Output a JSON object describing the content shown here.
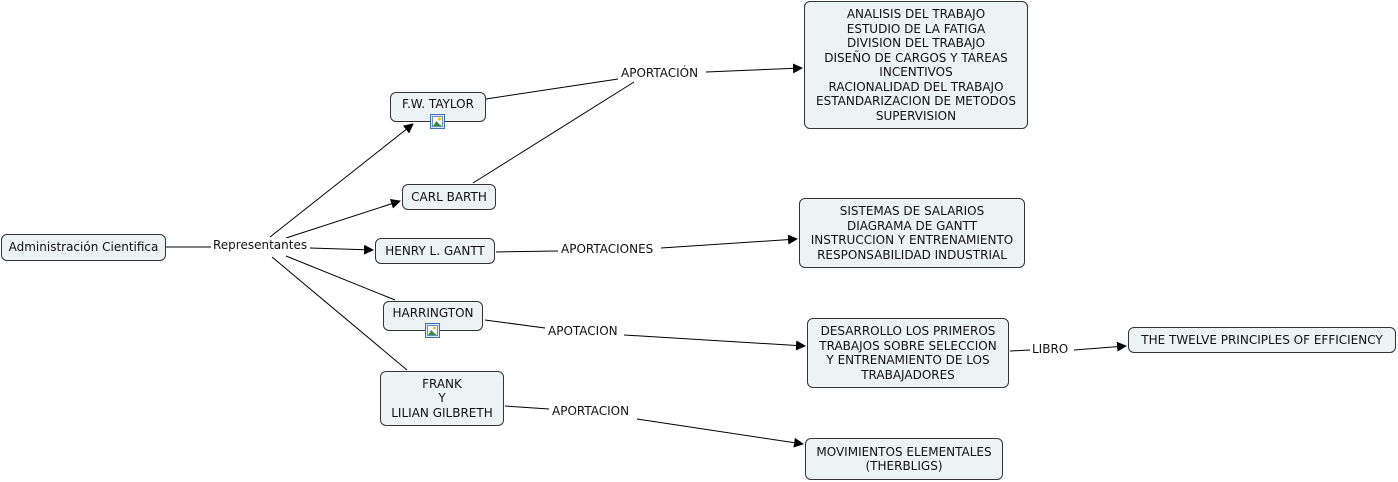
{
  "colors": {
    "node_fill": "#edf3f5",
    "node_border": "#333333",
    "link": "#000000"
  },
  "nodes": {
    "root": {
      "lines": [
        "Administración Cientifica"
      ]
    },
    "taylor": {
      "lines": [
        "F.W. TAYLOR"
      ],
      "icon": "image-icon"
    },
    "barth": {
      "lines": [
        "CARL BARTH"
      ]
    },
    "gantt": {
      "lines": [
        "HENRY L. GANTT"
      ]
    },
    "harrington": {
      "lines": [
        "HARRINGTON"
      ],
      "icon": "image-icon"
    },
    "gilbreth": {
      "lines": [
        "FRANK",
        "Y",
        "LILIAN GILBRETH"
      ]
    },
    "taylor_contrib": {
      "lines": [
        "ANALISIS DEL TRABAJO",
        "ESTUDIO DE LA FATIGA",
        "DIVISION DEL TRABAJO",
        "DISEÑO DE CARGOS Y TAREAS",
        "INCENTIVOS",
        "RACIONALIDAD DEL TRABAJO",
        "ESTANDARIZACION DE METODOS",
        "SUPERVISION"
      ]
    },
    "gantt_contrib": {
      "lines": [
        "SISTEMAS DE SALARIOS",
        "DIAGRAMA DE GANTT",
        "INSTRUCCION Y ENTRENAMIENTO",
        "RESPONSABILIDAD INDUSTRIAL"
      ]
    },
    "harrington_contrib": {
      "lines": [
        "DESARROLLO LOS PRIMEROS",
        "TRABAJOS SOBRE SELECCION",
        "Y ENTRENAMIENTO DE LOS",
        "TRABAJADORES"
      ]
    },
    "book": {
      "lines": [
        "THE TWELVE PRINCIPLES OF EFFICIENCY"
      ]
    },
    "gilbreth_contrib": {
      "lines": [
        "MOVIMIENTOS ELEMENTALES",
        "(THERBLIGS)"
      ]
    }
  },
  "linking_phrases": {
    "representantes": "Representantes",
    "aportacion_taylor": "APORTACIÓN",
    "aportaciones_gantt": "APORTACIONES",
    "apotacion_harrington": "APOTACION",
    "libro": "LIBRO",
    "aportacion_gilbreth": "APORTACION"
  }
}
